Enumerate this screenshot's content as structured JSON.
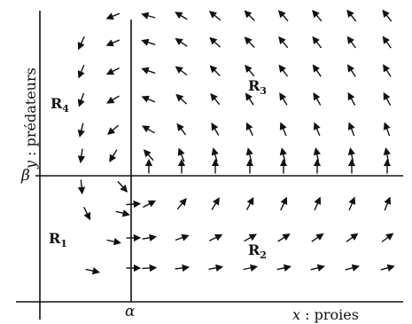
{
  "axes": {
    "x_var": "x",
    "x_label": " : proies",
    "y_var": "y",
    "y_label": " : prédateurs"
  },
  "nullclines": {
    "vertical": "α",
    "horizontal": "β"
  },
  "regions": {
    "r1": {
      "main": "R",
      "sub": "1"
    },
    "r2": {
      "main": "R",
      "sub": "2"
    },
    "r3": {
      "main": "R",
      "sub": "3"
    },
    "r4": {
      "main": "R",
      "sub": "4"
    }
  },
  "colors": {
    "ink": "#111111",
    "background": "#ffffff"
  }
}
